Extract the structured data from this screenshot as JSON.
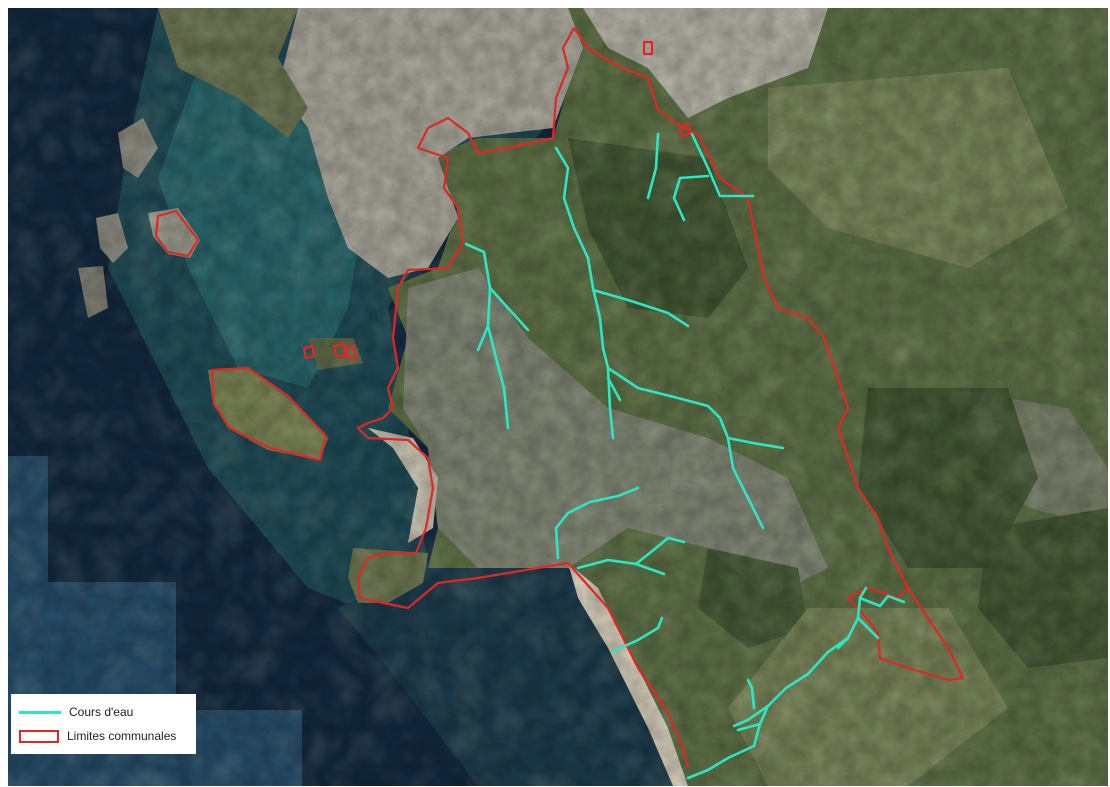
{
  "map": {
    "basemap": "aerial-satellite-imagery",
    "colors": {
      "deep_sea": "#13293f",
      "shallow_sea": "#1f4b56",
      "lagoon": "#2a6a6d",
      "tidal_flat": "#a9a69a",
      "beach": "#d8d0bd",
      "land_dark": "#3f5431",
      "land_mid": "#5d6f45",
      "land_light": "#7e8a5c",
      "urban": "#8d8d86",
      "mask_block": "#264d6a",
      "stream": "#2ee6c2",
      "boundary": "#e02727"
    }
  },
  "legend": {
    "items": [
      {
        "label": "Cours d'eau",
        "symbol": "line",
        "color": "#2ee6c2"
      },
      {
        "label": "Limites communales",
        "symbol": "box",
        "color": "#e02727"
      }
    ]
  }
}
